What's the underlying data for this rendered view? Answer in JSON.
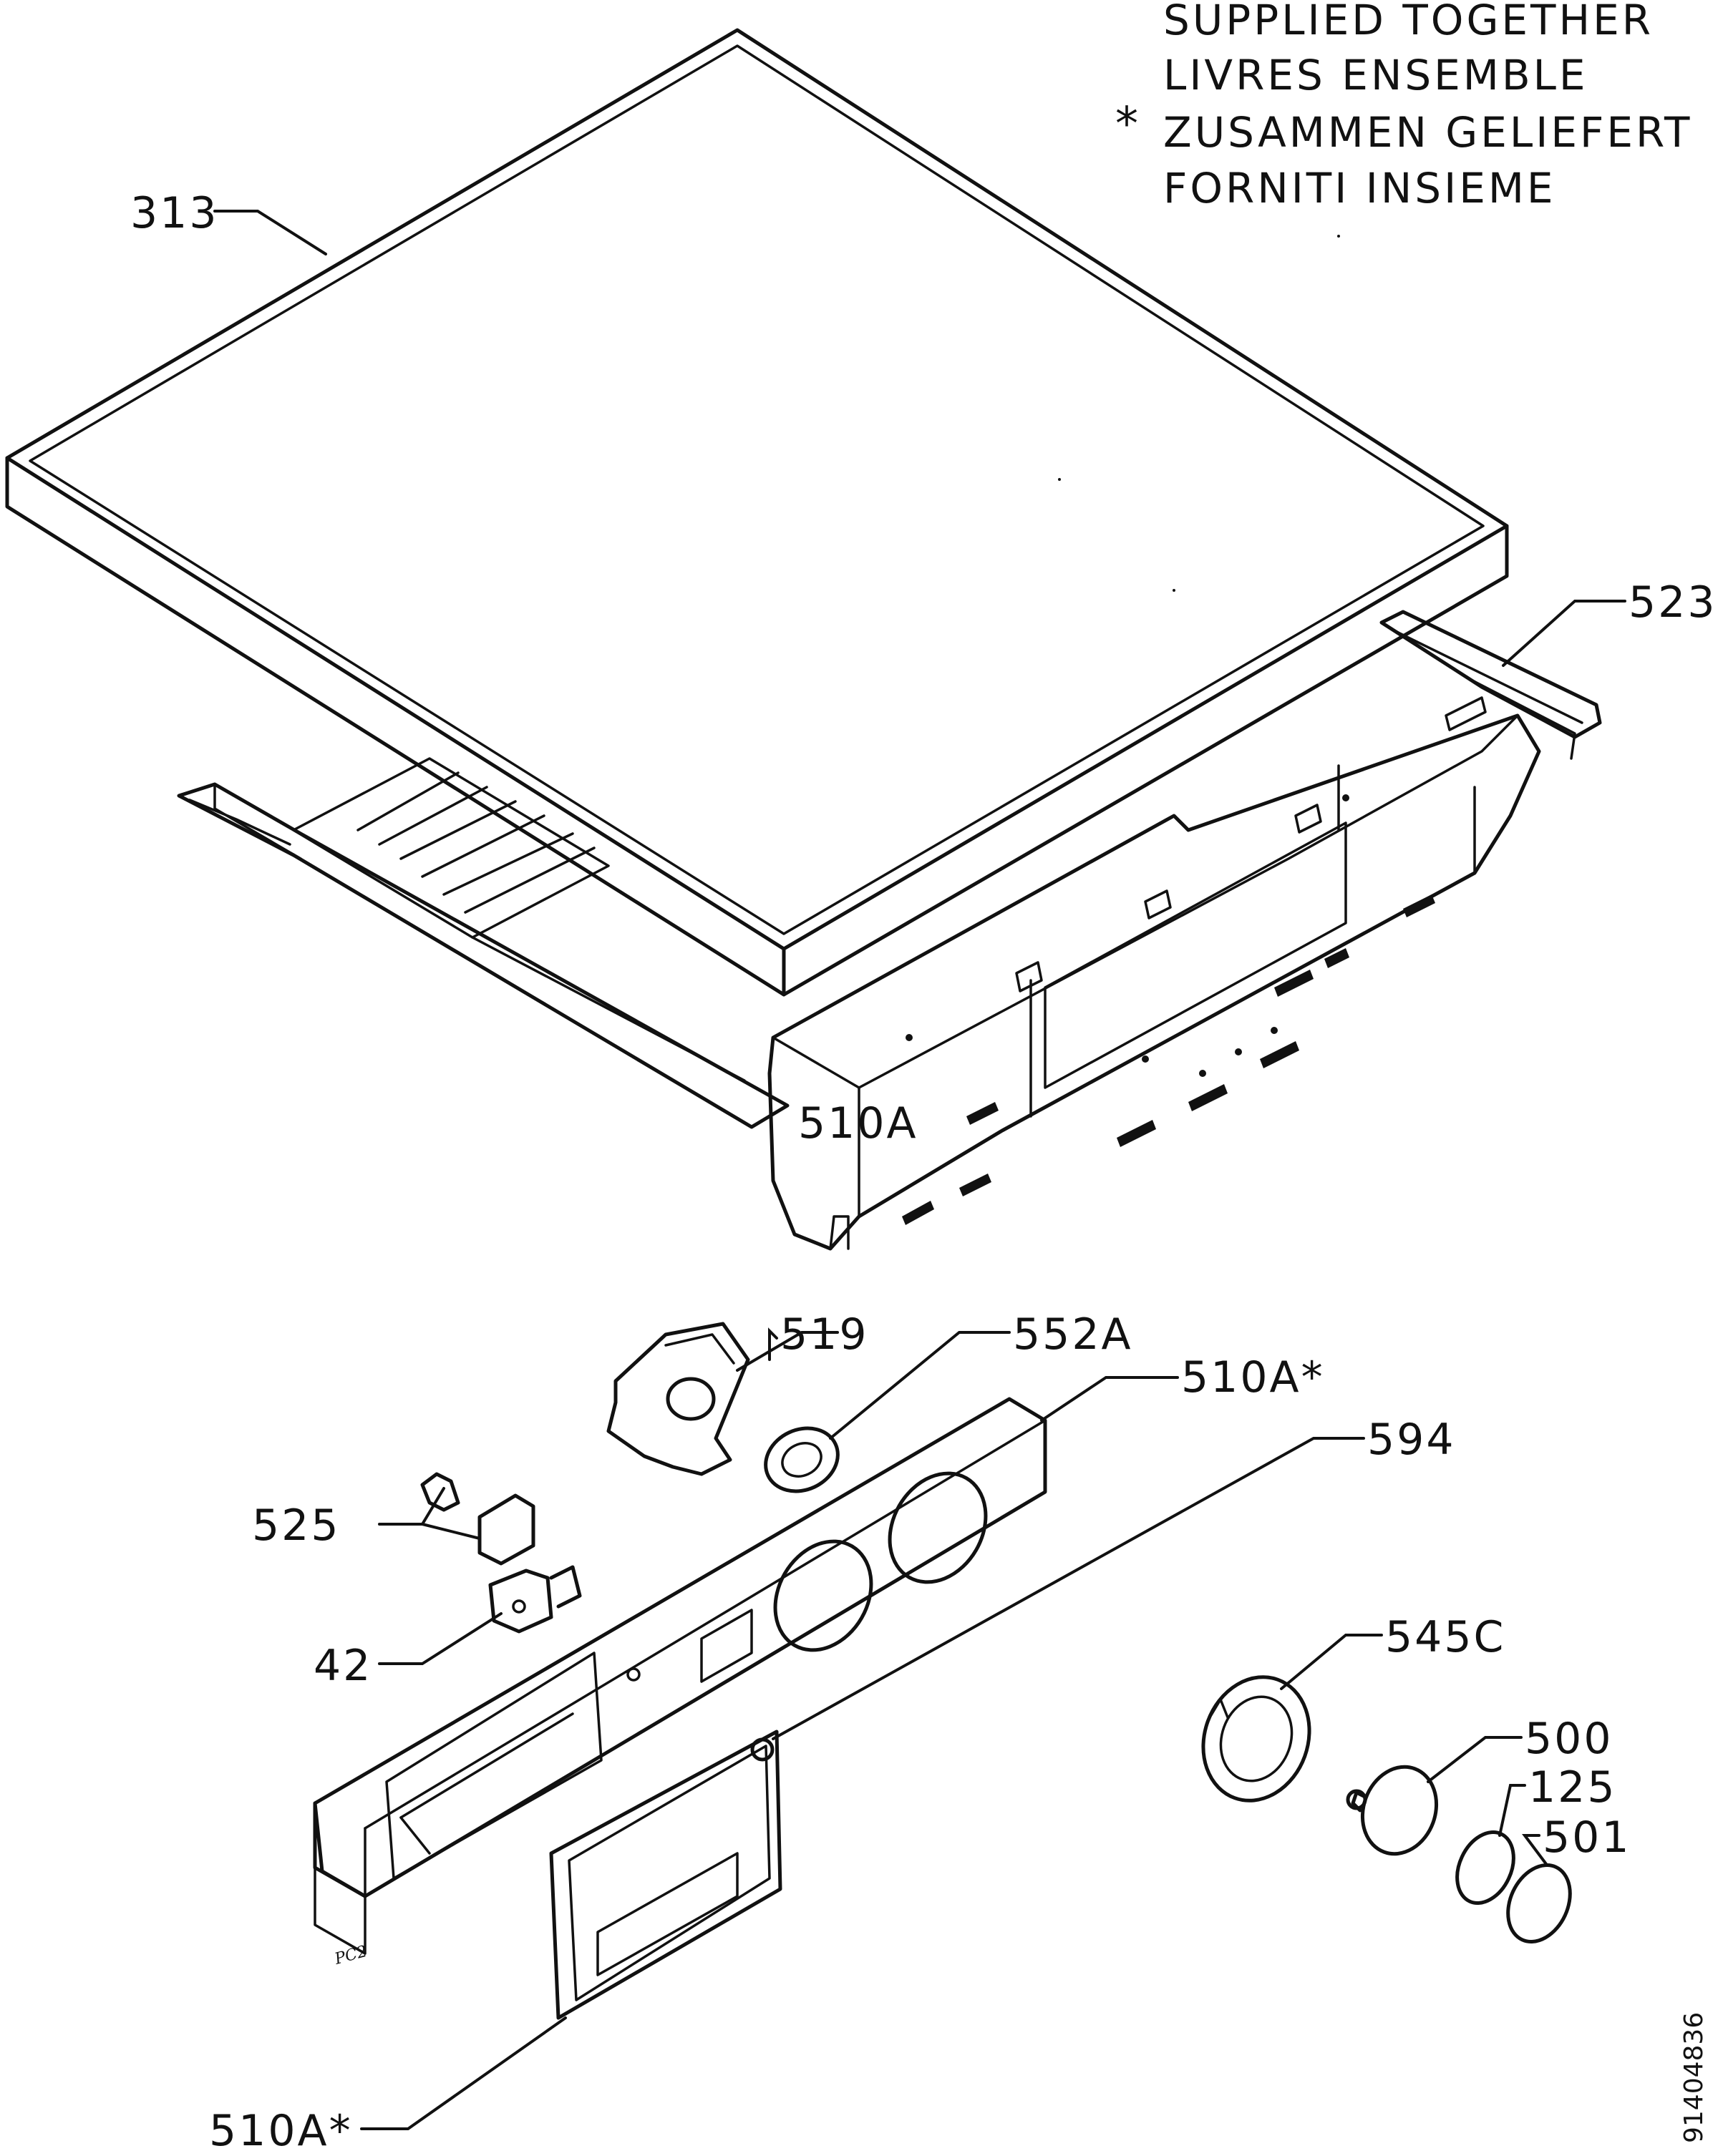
{
  "note": {
    "asterisk": "*",
    "lines": [
      "SUPPLIED TOGETHER",
      "LIVRES ENSEMBLE",
      "ZUSAMMEN GELIEFERT",
      "FORNITI INSIEME"
    ]
  },
  "labels": {
    "p313": "313",
    "p523": "523",
    "p510a_frame": "510A",
    "p519": "519",
    "p552a": "552A",
    "p510a_panel": "510A*",
    "p594": "594",
    "p525": "525",
    "p42": "42",
    "p545c": "545C",
    "p500": "500",
    "p125": "125",
    "p501": "501",
    "p510a_drawer": "510A*"
  },
  "drawing_code": "91404836",
  "panel_mark": "PC2"
}
